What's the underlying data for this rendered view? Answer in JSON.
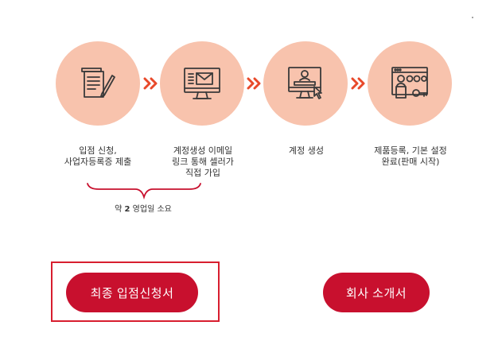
{
  "steps": [
    {
      "icon": "document-pen-icon",
      "label": "입점 신청,\n사업자등록증 제출"
    },
    {
      "icon": "monitor-email-icon",
      "label": "계정생성 이메일\n링크 통해 셀러가\n직접 가입"
    },
    {
      "icon": "monitor-account-icon",
      "label": "계정 생성"
    },
    {
      "icon": "browser-key-icon",
      "label": "제품등록, 기본 설정\n완료(판매 시작)"
    }
  ],
  "duration": {
    "prefix": "약 ",
    "number": "2",
    "suffix": " 영업일 소요"
  },
  "buttons": {
    "apply_label": "최종 입점신청서",
    "company_label": "회사 소개서"
  },
  "colors": {
    "circle": "#f8c3ad",
    "arrow": "#e8492a",
    "button": "#c8102e",
    "highlight_border": "#d81e2f",
    "brace": "#c8102e",
    "icon_stroke": "#3a3a3a"
  }
}
